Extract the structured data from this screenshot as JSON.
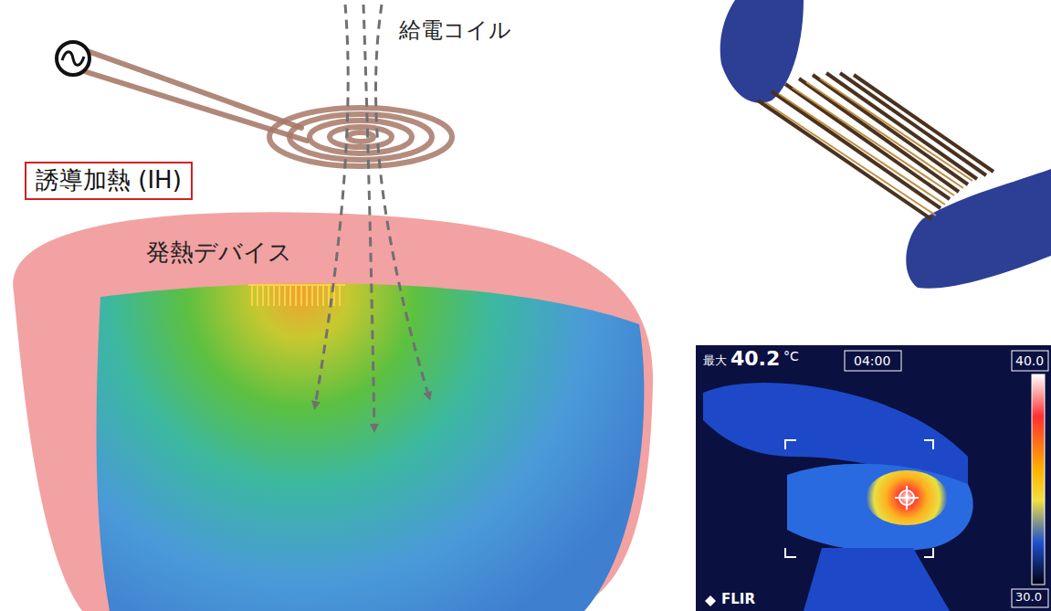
{
  "diagram": {
    "nodes": [
      {
        "text": [
          "誘導加熱 (IH)"
        ]
      }
    ],
    "labels": [
      "給電コイル",
      "発熱デバイス",
      "最大",
      "40.2",
      "°C",
      "04:00",
      "40.0",
      "30.0",
      "FLIR"
    ]
  }
}
